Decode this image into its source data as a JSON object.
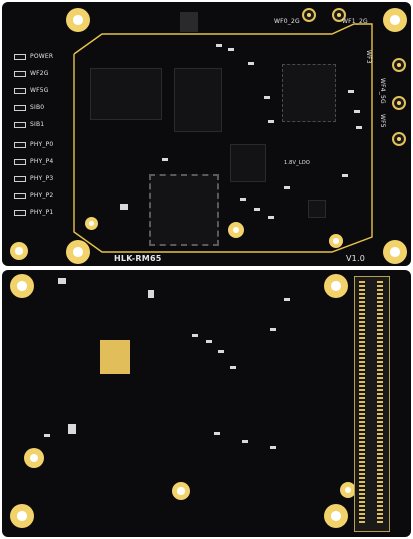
{
  "top_board": {
    "model_label": "HLK-RM65",
    "version_label": "V1.0",
    "antenna_labels": [
      "WF0_2G",
      "WF1_2G"
    ],
    "side_antenna_labels": [
      "WF3",
      "WF4_5G",
      "WF5"
    ],
    "led_labels": [
      "POWER",
      "WF2G",
      "WF5G",
      "SIB0",
      "SIB1",
      "PHY_P0",
      "PHY_P4",
      "PHY_P3",
      "PHY_P2",
      "PHY_P1"
    ],
    "other_silk": "1.8V_LDO"
  },
  "colors": {
    "pcb": "#0b0b0d",
    "gold": "#f2d36b",
    "silkscreen": "#e6e6e6",
    "outline": "#e8c24a"
  }
}
